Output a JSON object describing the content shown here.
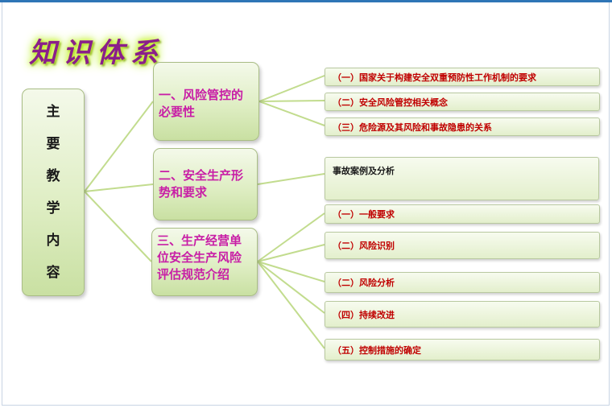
{
  "title": "知识体系",
  "root_label": [
    "主",
    "要",
    "教",
    "学",
    "内",
    "容"
  ],
  "sections": [
    {
      "label": "一、风险管控的必要性",
      "items": [
        "（一）国家关于构建安全双重预防性工作机制的要求",
        "（二）安全风险管控相关概念",
        "（三）危险源及其风险和事故隐患的关系"
      ]
    },
    {
      "label": "二、安全生产形势和要求",
      "items": [
        "事故案例及分析"
      ]
    },
    {
      "label": "三、生产经营单位安全生产风险评估规范介绍",
      "items": [
        "（一）一般要求",
        "（二）风险识别",
        "（二）风险分析",
        "（四）持续改进",
        "（五）控制措施的确定"
      ]
    }
  ],
  "colors": {
    "section_text": "#c81ea6",
    "leaf_text": "#c00000",
    "connector": "#c2dc8e",
    "title": "#8a1f8a"
  }
}
